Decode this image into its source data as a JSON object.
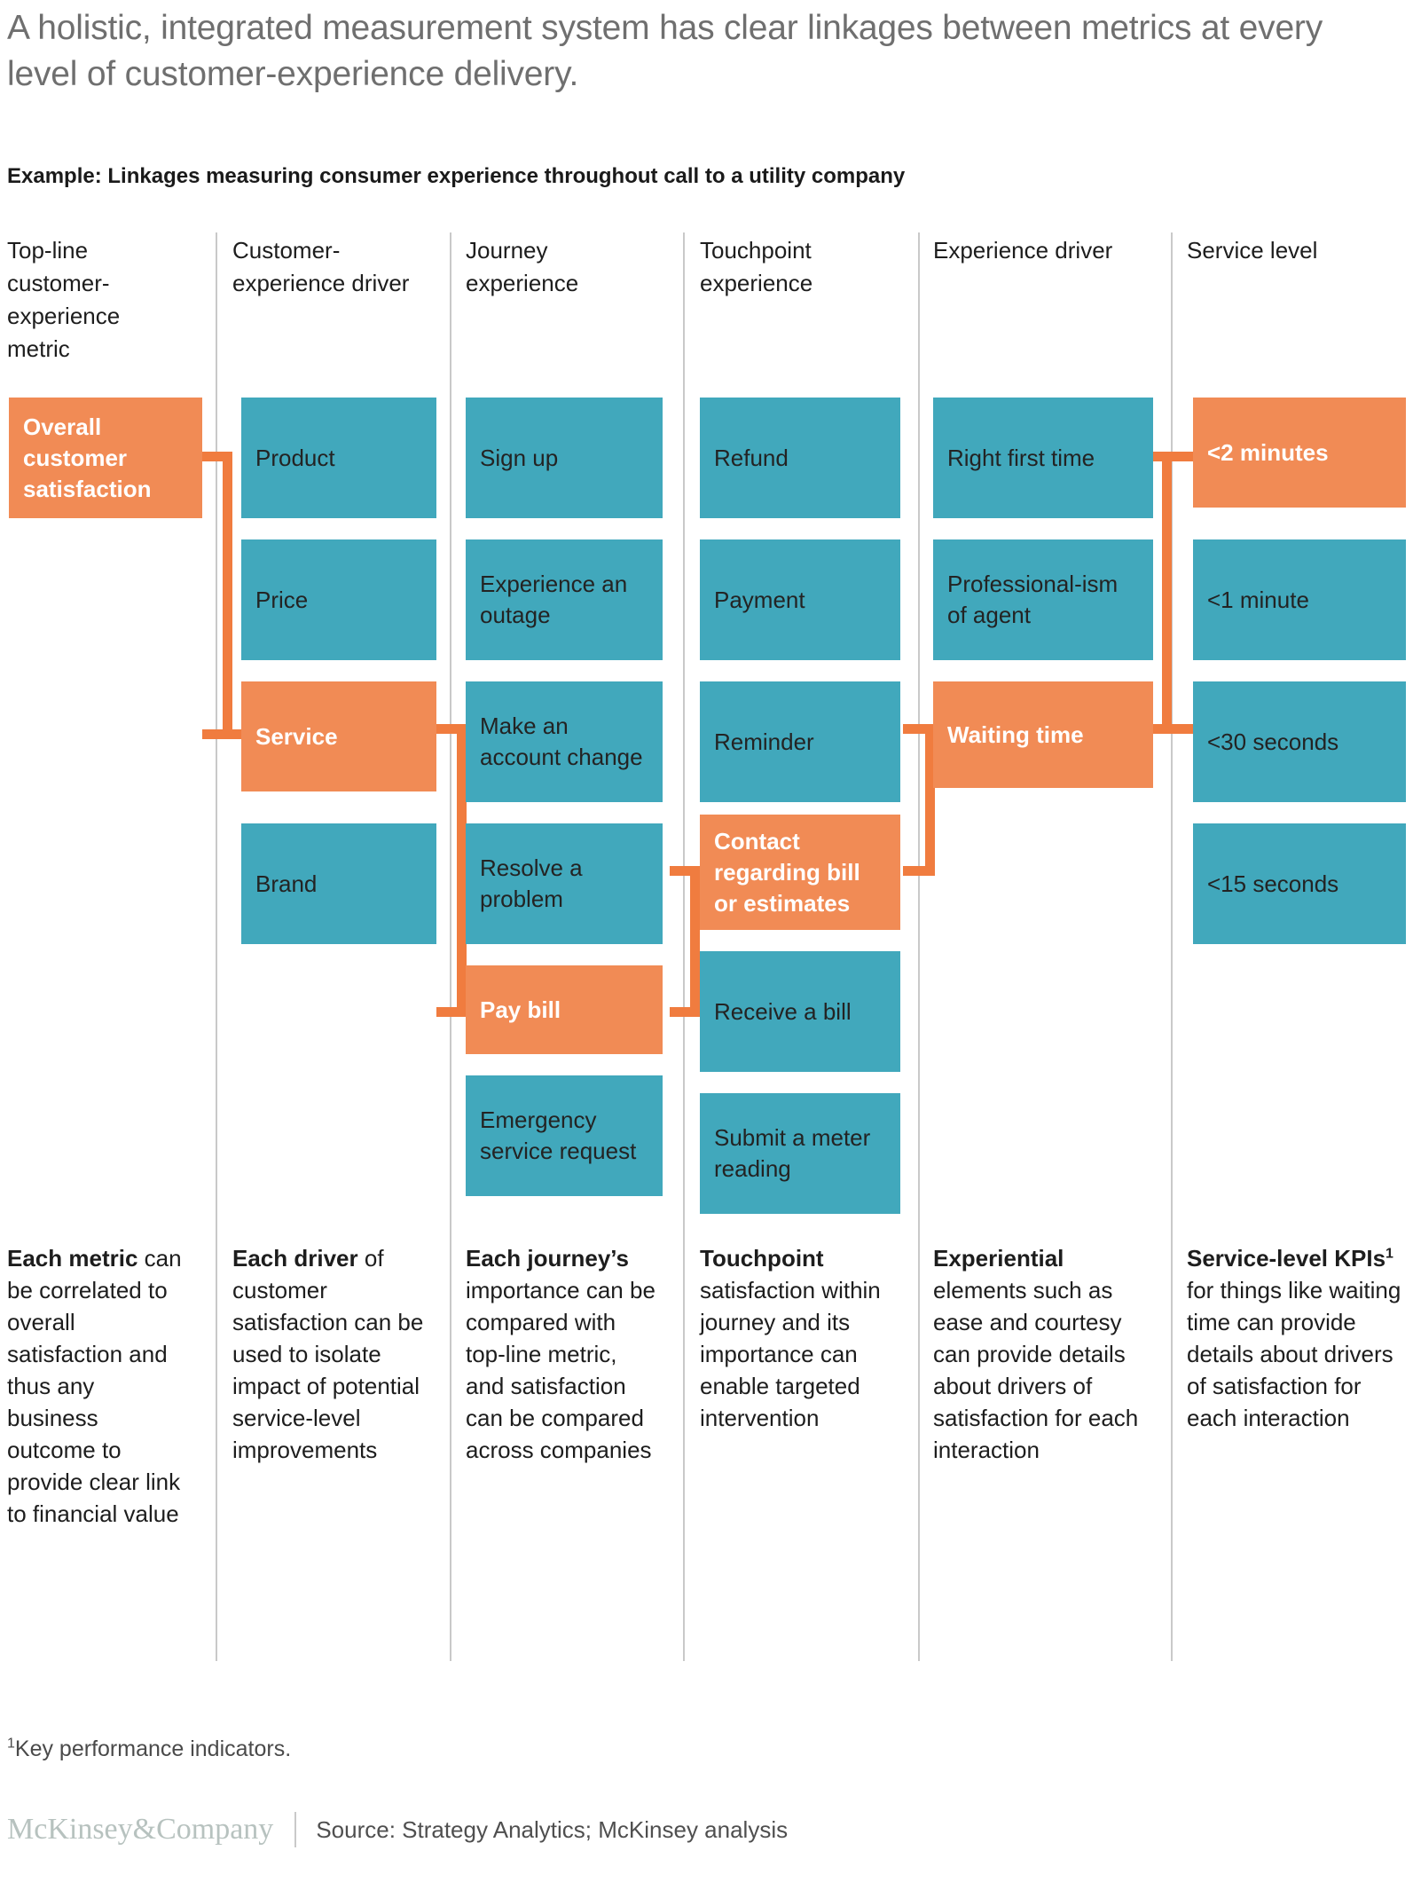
{
  "headline": "A holistic, integrated measurement system has clear linkages between metrics at every level of customer-experience delivery.",
  "subhead": "Example: Linkages measuring consumer experience throughout call to a utility company",
  "colors": {
    "teal": "#41a8bc",
    "orange": "#f18b55",
    "connector": "#f07c3f",
    "separator": "#c9c9c9",
    "headline_gray": "#6f6f6f"
  },
  "columns": [
    {
      "header": "Top-line customer-experience metric",
      "boxes": [
        {
          "label": "Overall customer satisfaction",
          "highlight": true
        }
      ]
    },
    {
      "header": "Customer-experience driver",
      "boxes": [
        {
          "label": "Product",
          "highlight": false
        },
        {
          "label": "Price",
          "highlight": false
        },
        {
          "label": "Service",
          "highlight": true
        },
        {
          "label": "Brand",
          "highlight": false
        }
      ]
    },
    {
      "header": "Journey experience",
      "boxes": [
        {
          "label": "Sign up",
          "highlight": false
        },
        {
          "label": "Experience an outage",
          "highlight": false
        },
        {
          "label": "Make an account change",
          "highlight": false
        },
        {
          "label": "Resolve a problem",
          "highlight": false
        },
        {
          "label": "Pay bill",
          "highlight": true
        },
        {
          "label": "Emergency service request",
          "highlight": false
        }
      ]
    },
    {
      "header": "Touchpoint experience",
      "boxes": [
        {
          "label": "Refund",
          "highlight": false
        },
        {
          "label": "Payment",
          "highlight": false
        },
        {
          "label": "Reminder",
          "highlight": false
        },
        {
          "label": "Contact regarding bill or estimates",
          "highlight": true
        },
        {
          "label": "Receive a bill",
          "highlight": false
        },
        {
          "label": "Submit a meter reading",
          "highlight": false
        }
      ]
    },
    {
      "header": "Experience driver",
      "boxes": [
        {
          "label": "Right first time",
          "highlight": false
        },
        {
          "label": "Professional-ism of agent",
          "highlight": false
        },
        {
          "label": "Waiting time",
          "highlight": true
        }
      ]
    },
    {
      "header": "Service level",
      "boxes": [
        {
          "label": "<2 minutes",
          "highlight": true
        },
        {
          "label": "<1 minute",
          "highlight": false
        },
        {
          "label": "<30 seconds",
          "highlight": false
        },
        {
          "label": "<15 seconds",
          "highlight": false
        }
      ]
    }
  ],
  "notes": [
    {
      "bold": "metric",
      "lead": "Each ",
      "rest": " can be correlated to overall satisfaction and thus any business outcome to provide clear link to financial value"
    },
    {
      "bold": "driver",
      "lead": "Each ",
      "rest": " of customer satisfaction can be used to isolate impact of potential service-level improvements"
    },
    {
      "bold": "journey’s",
      "lead": "Each ",
      "rest": " importance can be compared with top-line metric, and satisfaction can be compared across companies"
    },
    {
      "bold": "Touchpoint",
      "lead": "",
      "rest": " satisfaction within journey and its importance can enable targeted intervention"
    },
    {
      "bold": "Experiential",
      "lead": "",
      "rest": " elements such as ease and courtesy can provide details about drivers of satisfaction for each interaction"
    },
    {
      "bold": "Service-level KPIs",
      "lead": "",
      "sup": "1",
      "rest": " for things like waiting time can provide details about drivers of satisfaction for each interaction"
    }
  ],
  "footnote": {
    "marker": "1",
    "text": "Key performance indicators."
  },
  "footer": {
    "logo": "McKinsey&Company",
    "source": "Source: Strategy Analytics; McKinsey analysis"
  }
}
